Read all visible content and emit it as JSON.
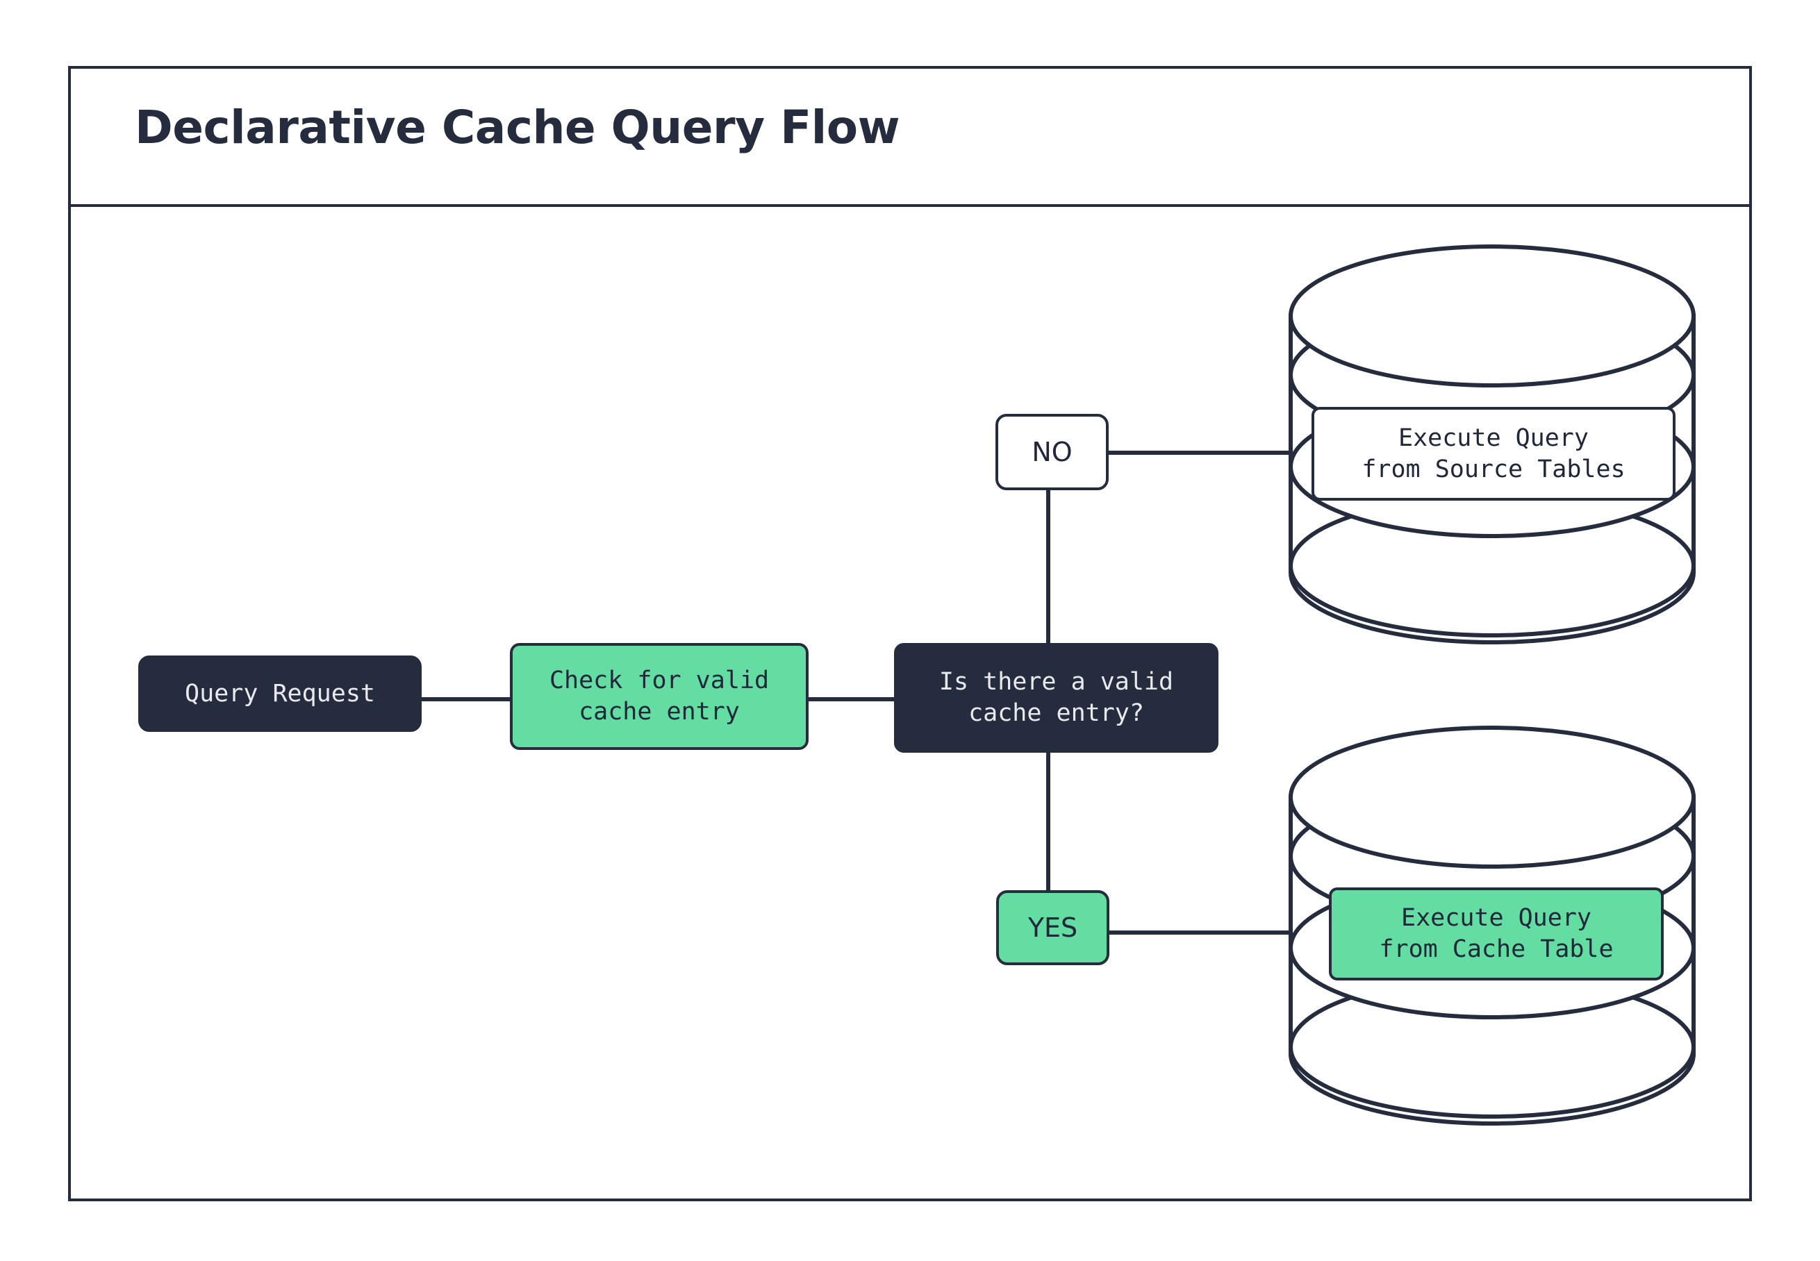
{
  "diagram": {
    "title": "Declarative Cache Query Flow",
    "colors": {
      "ink": "#252c3e",
      "green": "#63dda1",
      "paper": "#ffffff",
      "dark_text": "#e9eaee"
    },
    "nodes": [
      {
        "id": "query-request",
        "label": "Query Request",
        "shape": "rounded-rect",
        "style": "dark"
      },
      {
        "id": "check-cache",
        "label": "Check for valid\ncache entry",
        "shape": "rounded-rect",
        "style": "green"
      },
      {
        "id": "decision",
        "label": "Is there a valid\ncache entry?",
        "shape": "rounded-rect",
        "style": "dark"
      },
      {
        "id": "badge-no",
        "label": "NO",
        "shape": "rounded-rect",
        "style": "white"
      },
      {
        "id": "badge-yes",
        "label": "YES",
        "shape": "rounded-rect",
        "style": "green"
      },
      {
        "id": "label-source",
        "label": "Execute Query\nfrom Source Tables",
        "shape": "rounded-rect",
        "style": "white"
      },
      {
        "id": "label-cache",
        "label": "Execute Query\nfrom Cache Table",
        "shape": "rounded-rect",
        "style": "green"
      },
      {
        "id": "db-source",
        "label": "",
        "shape": "cylinder",
        "style": "outline"
      },
      {
        "id": "db-cache",
        "label": "",
        "shape": "cylinder",
        "style": "outline"
      }
    ],
    "edges": [
      {
        "from": "query-request",
        "to": "check-cache"
      },
      {
        "from": "check-cache",
        "to": "decision"
      },
      {
        "from": "decision",
        "to": "badge-no",
        "label": "NO"
      },
      {
        "from": "badge-no",
        "to": "db-source"
      },
      {
        "from": "decision",
        "to": "badge-yes",
        "label": "YES"
      },
      {
        "from": "badge-yes",
        "to": "db-cache"
      }
    ]
  }
}
